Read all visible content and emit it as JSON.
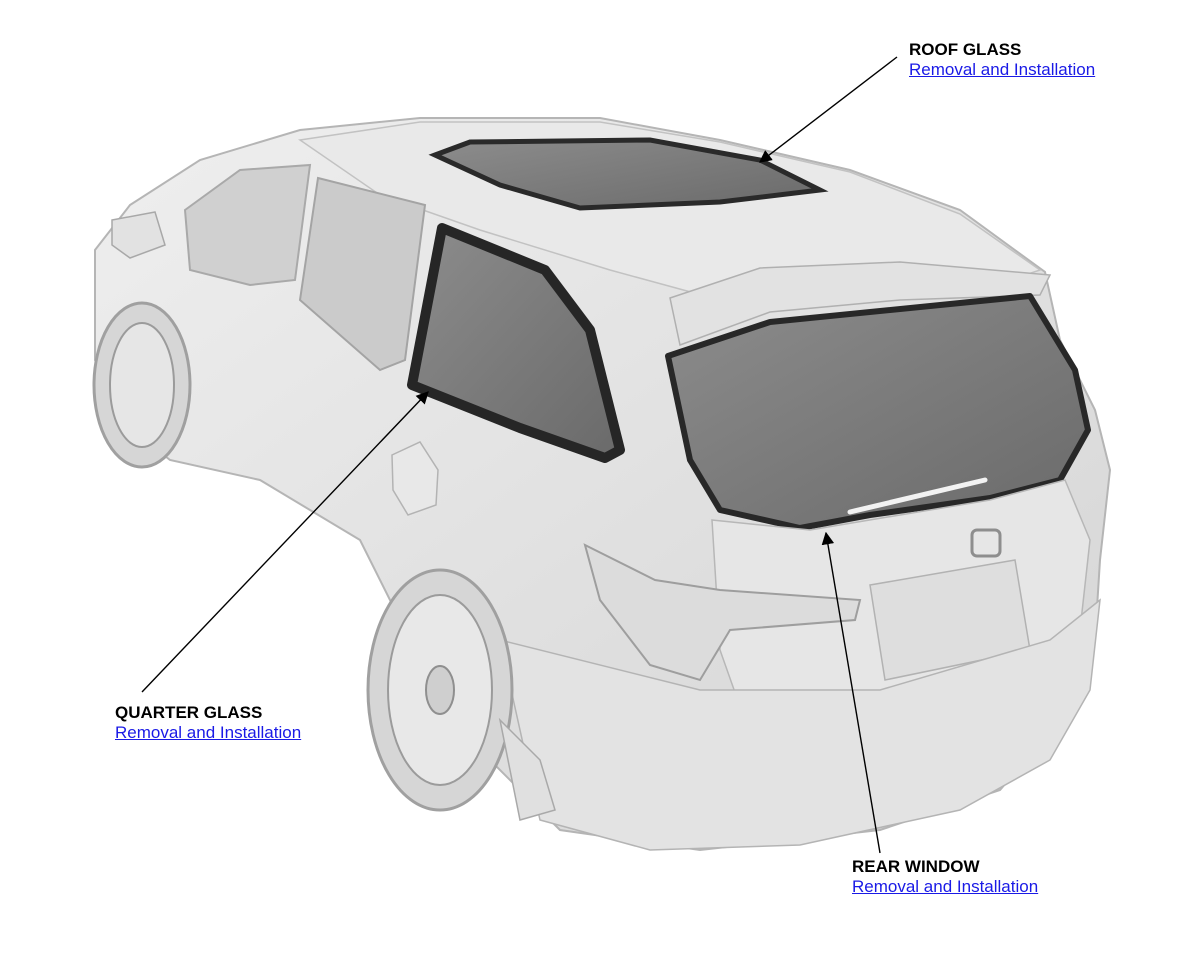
{
  "colors": {
    "link": "#1a1ae6",
    "label": "#000000",
    "leader_line": "#000000",
    "vehicle_body": "#e4e4e4",
    "vehicle_outline": "#b8b8b8",
    "glass": "#7a7a7a",
    "glass_frame": "#2a2a2a"
  },
  "callouts": {
    "roof_glass": {
      "title": "ROOF GLASS",
      "link": "Removal and Installation"
    },
    "quarter_glass": {
      "title": "QUARTER GLASS",
      "link": "Removal and Installation"
    },
    "rear_window": {
      "title": "REAR WINDOW",
      "link": "Removal and Installation"
    }
  }
}
